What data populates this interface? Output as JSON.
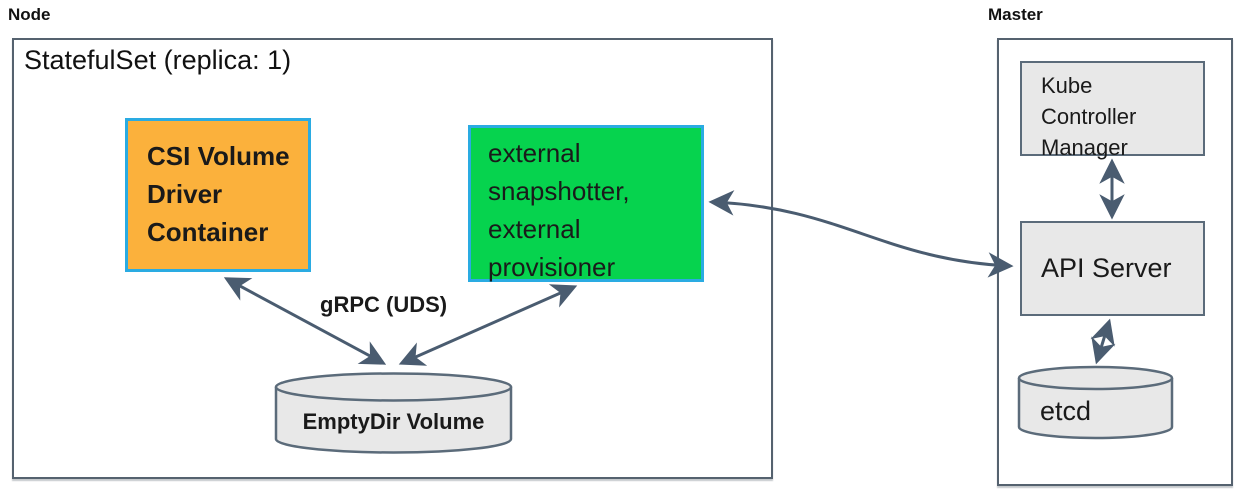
{
  "diagram": {
    "title": "CSI external snapshotter / provisioner deployment diagram",
    "node_section": {
      "label": "Node",
      "statefulset_label": "StatefulSet (replica: 1)",
      "csi_box_label": "CSI Volume\nDriver\nContainer",
      "external_box_label": "external\nsnapshotter,\nexternal\nprovisioner",
      "grpc_label": "gRPC (UDS)",
      "emptydir_label": "EmptyDir Volume"
    },
    "master_section": {
      "label": "Master",
      "kube_controller_manager_label": "Kube\nController\nManager",
      "api_server_label": "API Server",
      "etcd_label": "etcd"
    },
    "edges": [
      {
        "from": "csi-volume-driver-container",
        "to": "emptydir-volume",
        "style": "double-arrow",
        "label": "gRPC (UDS)"
      },
      {
        "from": "external-snapshotter-provisioner",
        "to": "emptydir-volume",
        "style": "double-arrow",
        "label": "gRPC (UDS)"
      },
      {
        "from": "external-snapshotter-provisioner",
        "to": "api-server",
        "style": "double-arrow-curved"
      },
      {
        "from": "kube-controller-manager",
        "to": "api-server",
        "style": "double-arrow"
      },
      {
        "from": "api-server",
        "to": "etcd",
        "style": "double-arrow"
      }
    ],
    "colors": {
      "arrow": "#4a5c70",
      "panel_border": "#55626f",
      "gray_fill": "#e8e8e8",
      "gray_border": "#5b6b7a",
      "csi_fill": "#fbb13c",
      "external_fill": "#06d34e",
      "highlight_border": "#2aabe2",
      "text": "#1a1a1a"
    }
  }
}
